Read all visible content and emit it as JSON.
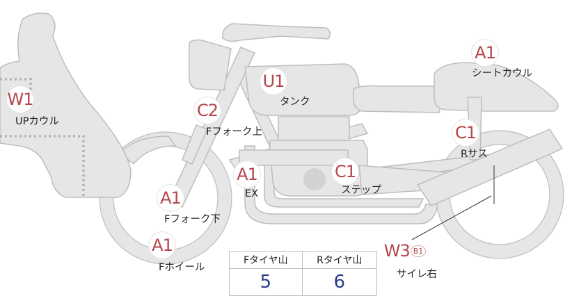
{
  "badges": [
    {
      "id": "w1",
      "code": "W1"
    },
    {
      "id": "c2",
      "code": "C2"
    },
    {
      "id": "u1",
      "code": "U1"
    },
    {
      "id": "a1-seat",
      "code": "A1"
    },
    {
      "id": "c1-rsus",
      "code": "C1"
    },
    {
      "id": "a1-ex",
      "code": "A1"
    },
    {
      "id": "c1-step",
      "code": "C1"
    },
    {
      "id": "a1-ffork-low",
      "code": "A1"
    },
    {
      "id": "a1-fwheel",
      "code": "A1"
    },
    {
      "id": "w3",
      "code": "W3",
      "sub": "B1"
    }
  ],
  "labels": {
    "up_cowl": "UPカウル",
    "f_fork_upper": "Fフォーク上",
    "tank": "タンク",
    "seat_cowl": "シートカウル",
    "r_sus": "Rサス",
    "ex": "EX",
    "step": "ステップ",
    "f_fork_lower": "Fフォーク下",
    "f_wheel": "Fホイール",
    "silencer_right": "サイレ右"
  },
  "tread_table": {
    "headers": [
      "Fタイヤ山",
      "Rタイヤ山"
    ],
    "values": [
      "5",
      "6"
    ]
  }
}
